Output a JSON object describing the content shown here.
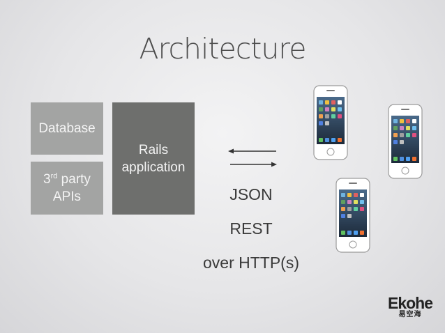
{
  "slide": {
    "title": "Architecture"
  },
  "boxes": {
    "database": "Database",
    "third_party_base": "3",
    "third_party_sup": "rd",
    "third_party_rest": " party",
    "apis": "APIs",
    "rails_line1": "Rails",
    "rails_line2": "application"
  },
  "protocol": {
    "format": "JSON",
    "style": "REST",
    "transport": "over HTTP(s)"
  },
  "logo": {
    "word": "Ekohe",
    "chinese": "易空海"
  },
  "colors": {
    "box_light": "#a3a4a3",
    "box_dark": "#6e6f6d",
    "phone_body": "#ffffff"
  },
  "icons": [
    "arrow-left-icon",
    "arrow-right-icon",
    "iphone-icon"
  ]
}
